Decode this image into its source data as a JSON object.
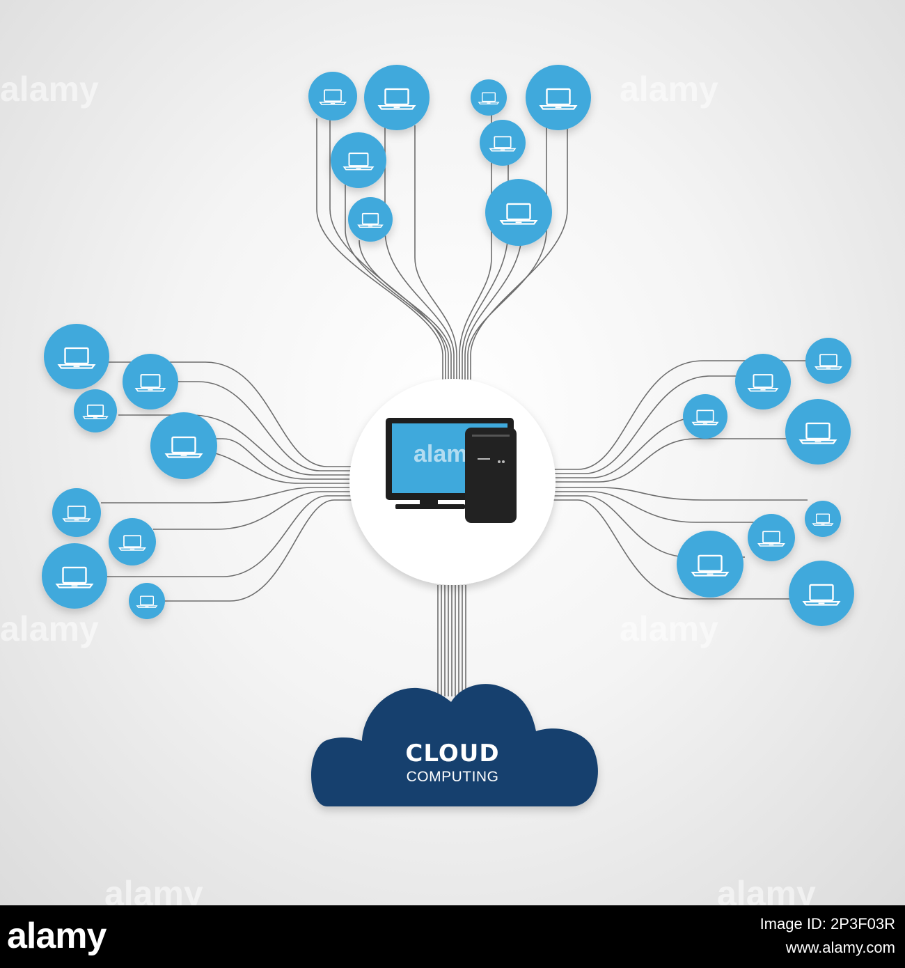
{
  "cloud": {
    "title": "CLOUD",
    "subtitle": "COMPUTING",
    "color": "#16406e"
  },
  "server_monitor_text": "alamy",
  "watermark_text": "alamy",
  "footer": {
    "logo": "alamy",
    "image_id_label": "Image ID: 2P3F03R",
    "site": "www.alamy.com"
  },
  "colors": {
    "node_blue": "#3fa9dc",
    "line_gray": "#6d6d6d",
    "cloud_blue": "#16406e",
    "hub_white": "#ffffff",
    "footer_black": "#000000"
  },
  "icons": {
    "node_icon": "laptop-icon",
    "hub_icon": "desktop-computer-icon"
  }
}
